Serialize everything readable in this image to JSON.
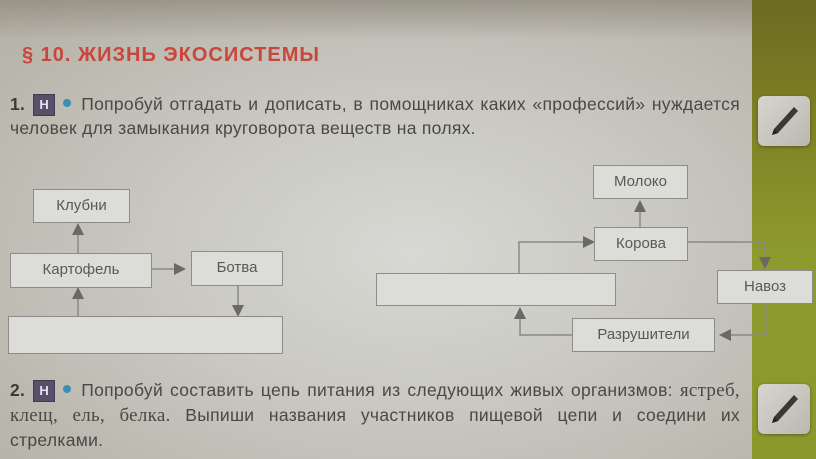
{
  "section": {
    "title": "§ 10. Жизнь экосистемы"
  },
  "tasks": [
    {
      "number": "1.",
      "badge": "Н",
      "text": "Попробуй отгадать и дописать, в помощниках каких «профессий» нуждается человек для замыкания круговорота веществ на полях."
    },
    {
      "number": "2.",
      "badge": "Н",
      "text_part1": "Попробуй составить цепь питания из следующих живых организмов: ",
      "organisms": "ястреб, клещ, ель, белка.",
      "text_part2": " Выпиши названия участников пищевой цепи и соедини их стрелками."
    }
  ],
  "diagram_left": {
    "boxes": {
      "tubers": "Клубни",
      "potato": "Картофель",
      "tops": "Ботва",
      "blank": ""
    }
  },
  "diagram_right": {
    "boxes": {
      "milk": "Молоко",
      "cow": "Корова",
      "manure": "Навоз",
      "decomposers": "Разрушители",
      "blank": ""
    }
  },
  "icons": {
    "pencil": "pencil-icon"
  },
  "colors": {
    "title": "#c8463c",
    "badge": "#5a4f6a",
    "bullet": "#3b8fb0",
    "margin": "#8a982c"
  }
}
